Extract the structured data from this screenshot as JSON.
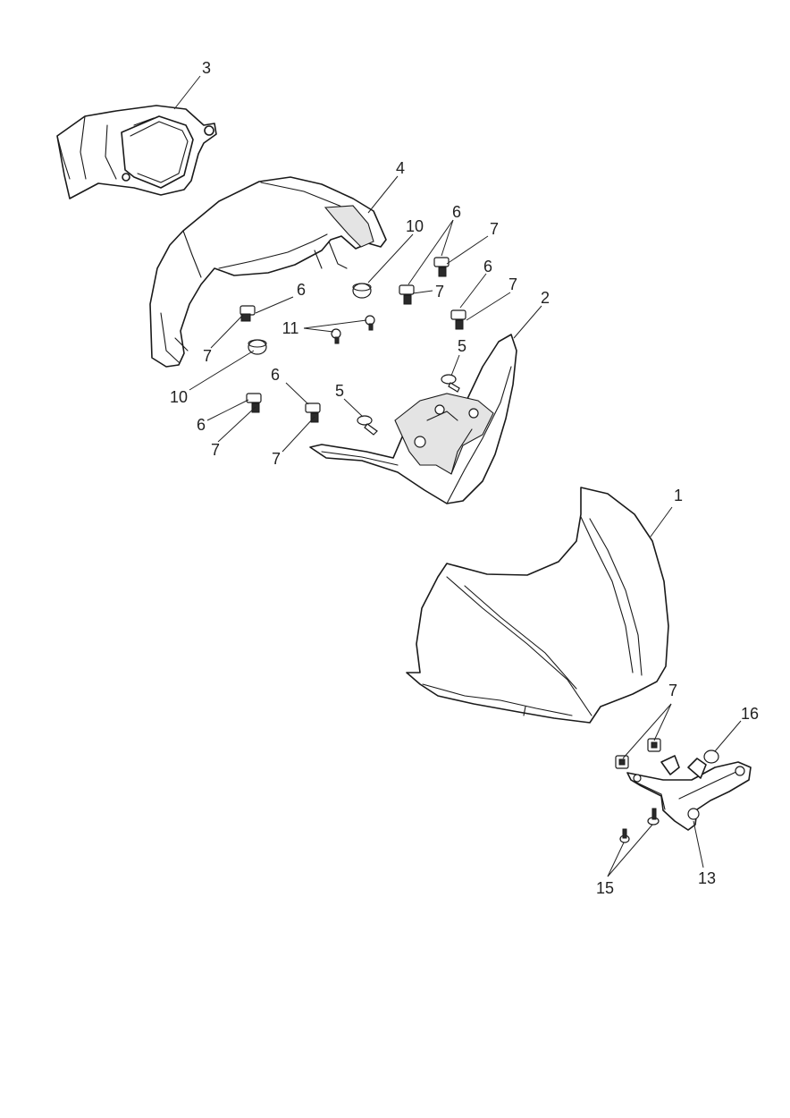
{
  "diagram": {
    "callouts": {
      "c1": "1",
      "c2": "2",
      "c3": "3",
      "c4": "4",
      "c5a": "5",
      "c5b": "5",
      "c6a": "6",
      "c6b": "6",
      "c6c": "6",
      "c6d": "6",
      "c6e": "6",
      "c7a": "7",
      "c7b": "7",
      "c7c": "7",
      "c7d": "7",
      "c7e": "7",
      "c7f": "7",
      "c7g": "7",
      "c10a": "10",
      "c10b": "10",
      "c11": "11",
      "c13": "13",
      "c15": "15",
      "c16": "16"
    }
  }
}
